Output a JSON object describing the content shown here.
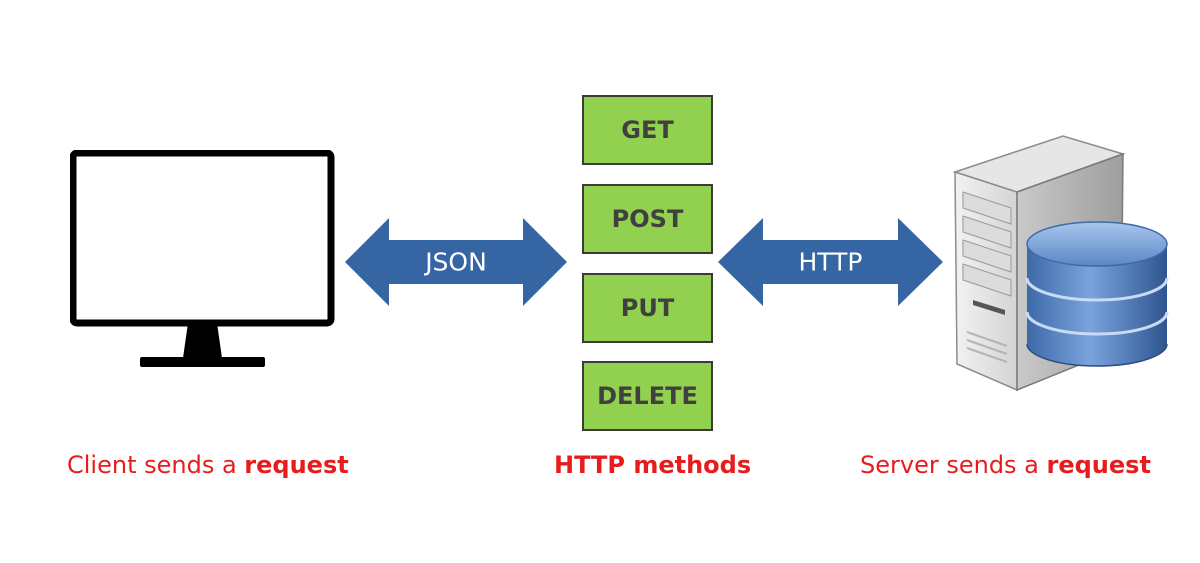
{
  "arrows": {
    "left_label": "JSON",
    "right_label": "HTTP"
  },
  "methods": [
    "GET",
    "POST",
    "PUT",
    "DELETE"
  ],
  "captions": {
    "client_prefix": "Client sends a ",
    "client_bold": "request",
    "methods": "HTTP methods",
    "server_prefix": "Server sends a ",
    "server_bold": "request"
  },
  "colors": {
    "arrow_blue": "#3566a3",
    "method_green": "#92d050",
    "caption_red": "#e81c1c",
    "db_blue": "#5b87c5"
  },
  "icons": {
    "client": "desktop-monitor-icon",
    "server": "server-tower-icon",
    "database": "database-icon"
  }
}
